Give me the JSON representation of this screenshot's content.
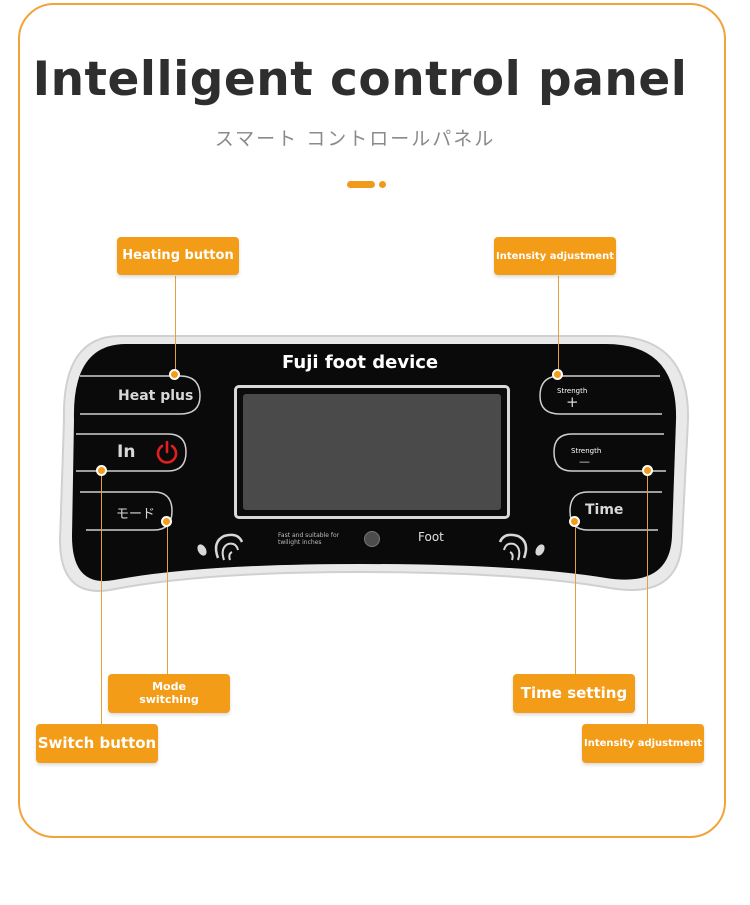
{
  "header": {
    "title": "Intelligent control panel",
    "subtitle": "スマート コントロールパネル"
  },
  "panel": {
    "device_name": "Fuji foot device",
    "buttons": {
      "heat_plus": "Heat plus",
      "in": "In",
      "mode": "モード",
      "strength_plus_label": "Strength",
      "strength_plus_symbol": "+",
      "strength_minus_label": "Strength",
      "strength_minus_symbol": "—",
      "time": "Time"
    },
    "foot_label": "Foot",
    "fine_print": [
      "Fast and suitable for",
      "twilight inches"
    ]
  },
  "callouts": {
    "heating_button": "Heating button",
    "intensity_adjustment_top": "Intensity adjustment",
    "mode_switching": [
      "Mode",
      "switching"
    ],
    "switch_button": "Switch button",
    "time_setting": "Time setting",
    "intensity_adjustment_bottom": "Intensity adjustment"
  },
  "colors": {
    "accent": "#f39c18",
    "panel": "#0a0a0a",
    "power_icon": "#e02020"
  }
}
